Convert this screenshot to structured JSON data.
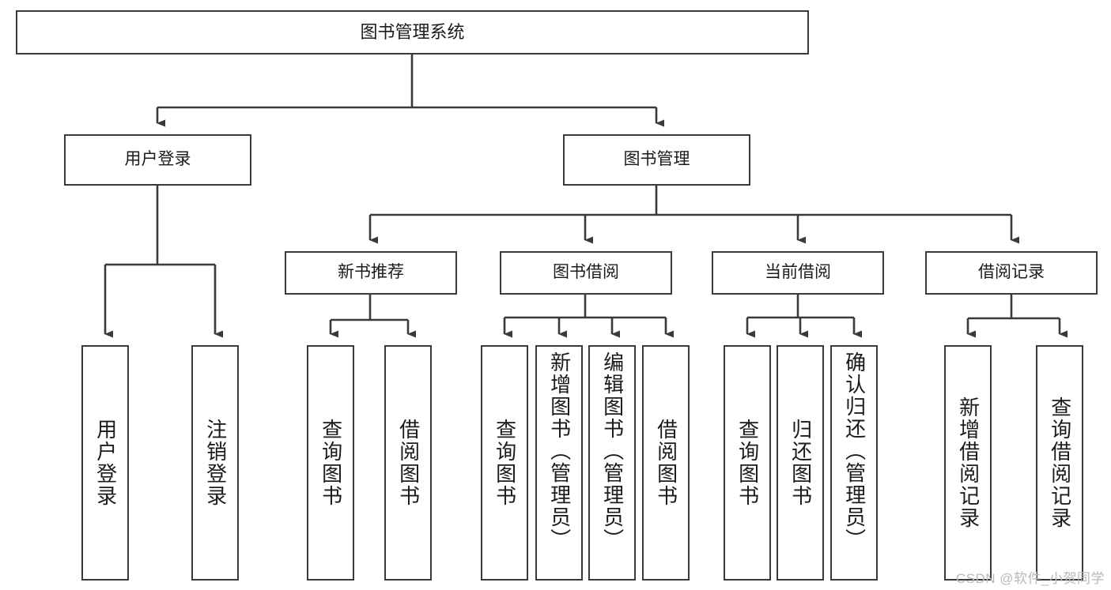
{
  "diagram": {
    "type": "tree-hierarchy",
    "title_node": {
      "label": "图书管理系统"
    },
    "level1": [
      {
        "label": "用户登录"
      },
      {
        "label": "图书管理"
      }
    ],
    "level2": [
      {
        "label": "新书推荐"
      },
      {
        "label": "图书借阅"
      },
      {
        "label": "当前借阅"
      },
      {
        "label": "借阅记录"
      }
    ],
    "leaves": {
      "user_login": [
        {
          "label": "用户登录"
        },
        {
          "label": "注销登录"
        }
      ],
      "new_book_rec": [
        {
          "label": "查询图书"
        },
        {
          "label": "借阅图书"
        }
      ],
      "book_borrow": [
        {
          "label": "查询图书"
        },
        {
          "label": "新增图书（管理员）"
        },
        {
          "label": "编辑图书（管理员）"
        },
        {
          "label": "借阅图书"
        }
      ],
      "current_borrow": [
        {
          "label": "查询图书"
        },
        {
          "label": "归还图书"
        },
        {
          "label": "确认归还（管理员）"
        }
      ],
      "borrow_record": [
        {
          "label": "新增借阅记录"
        },
        {
          "label": "查询借阅记录"
        }
      ]
    },
    "watermark": "CSDN @软件_小贺同学",
    "colors": {
      "stroke": "#3a3a3a",
      "background": "#ffffff",
      "text": "#1b1b1b",
      "watermark": "#b9b9b9"
    }
  }
}
